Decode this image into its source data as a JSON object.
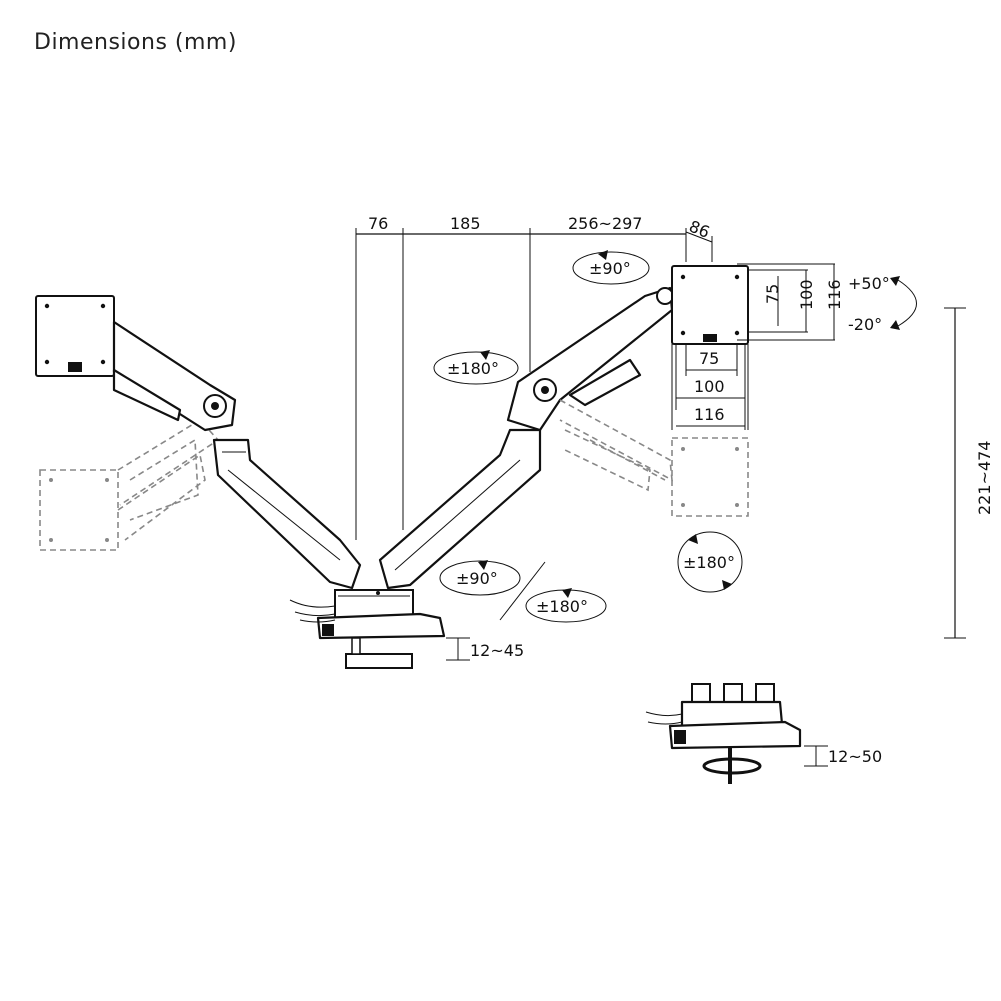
{
  "title": "Dimensions (mm)",
  "labels": {
    "d_76": "76",
    "d_185": "185",
    "d_256_297": "256~297",
    "d_86": "86",
    "d_75_v": "75",
    "d_100_v": "100",
    "d_116_v": "116",
    "d_75_h": "75",
    "d_100_h": "100",
    "d_116_h": "116",
    "tilt_up": "+50°",
    "tilt_down": "-20°",
    "height_range": "221~474",
    "swivel_top": "±90°",
    "swivel_mid": "±180°",
    "swivel_base": "±90°",
    "swivel_base2": "±180°",
    "rotate": "±180°",
    "clamp_range": "12~45",
    "grommet_range": "12~50"
  }
}
